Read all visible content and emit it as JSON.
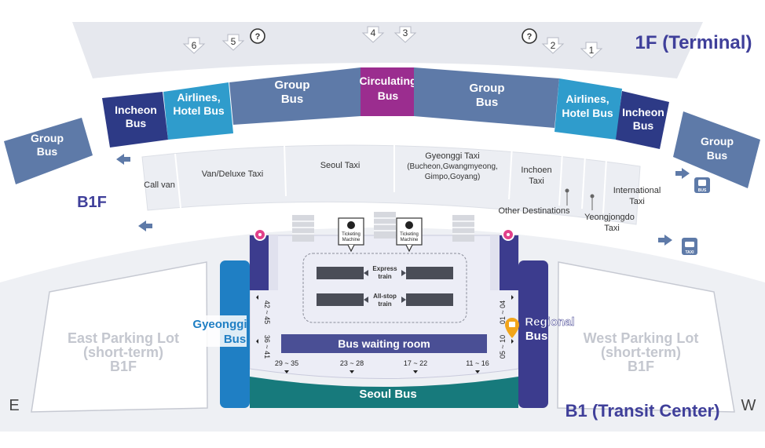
{
  "labels": {
    "terminal": "1F (Terminal)",
    "b1f": "B1F",
    "transit": "B1 (Transit Center)",
    "east": "E",
    "west": "W"
  },
  "gates": [
    "6",
    "5",
    "4",
    "3",
    "2",
    "1"
  ],
  "info_glyph": "?",
  "bus_zones": {
    "group_far_left": [
      "Group",
      "Bus"
    ],
    "incheon_left": [
      "Incheon",
      "Bus"
    ],
    "airlines_left": [
      "Airlines,",
      "Hotel Bus"
    ],
    "group_left": [
      "Group",
      "Bus"
    ],
    "circulating": [
      "Circulating",
      "Bus"
    ],
    "group_right": [
      "Group",
      "Bus"
    ],
    "airlines_right": [
      "Airlines,",
      "Hotel Bus"
    ],
    "incheon_right": [
      "Incheon",
      "Bus"
    ],
    "group_far_right": [
      "Group",
      "Bus"
    ]
  },
  "taxi_zones": {
    "call_van": "Call van",
    "van_deluxe": "Van/Deluxe Taxi",
    "seoul": "Seoul Taxi",
    "gyeonggi": [
      "Gyeonggi Taxi",
      "(Bucheon,Gwangmyeong,",
      "Gimpo,Goyang)"
    ],
    "incheon": [
      "Inchoen",
      "Taxi"
    ],
    "other_destinations": "Other Destinations",
    "yeongjongdo": [
      "Yeongjongdo",
      "Taxi"
    ],
    "international": [
      "International",
      "Taxi"
    ]
  },
  "icons": {
    "bus_sign": "BUS",
    "taxi_sign": "TAXI"
  },
  "transit_center": {
    "ticketing": [
      "Ticketing",
      "Machine"
    ],
    "express_train": [
      "Express",
      "train"
    ],
    "allstop_train": [
      "All-stop",
      "train"
    ],
    "bus_waiting_room": "Bus waiting room",
    "seoul_bus": "Seoul Bus",
    "gyeonggi_bus": [
      "Gyeonggi",
      "Bus"
    ],
    "regional_bus": [
      "Regional",
      "Bus"
    ],
    "left_platforms": [
      "42 ~ 45",
      "36 ~ 41"
    ],
    "right_platforms": [
      "01 ~ 04",
      "05 ~ 10"
    ],
    "bottom_platforms": [
      "29 ~ 35",
      "23 ~ 28",
      "17 ~ 22",
      "11 ~ 16"
    ]
  },
  "parking": {
    "east": [
      "East Parking Lot",
      "(short-term)",
      "B1F"
    ],
    "west": [
      "West Parking Lot",
      "(short-term)",
      "B1F"
    ]
  },
  "colors": {
    "group_bus": "#5e7aa8",
    "incheon_bus": "#2d3a86",
    "airlines_bus": "#2f9ccc",
    "circulating_bus": "#9b2d8f",
    "gyeonggi_bus": "#1f7fc4",
    "regional_bus": "#3c3c8e",
    "seoul_bus": "#177a7c",
    "waiting_room": "#4a4f95",
    "title": "#3f3f9a"
  }
}
